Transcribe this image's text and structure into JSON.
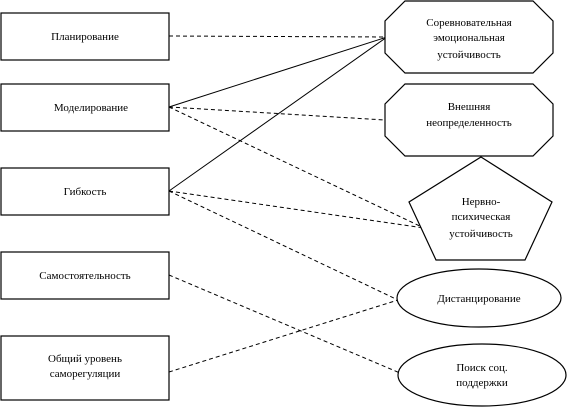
{
  "left_nodes": [
    {
      "id": "planning",
      "label": "Планирование"
    },
    {
      "id": "modeling",
      "label": "Моделирование"
    },
    {
      "id": "flexibility",
      "label": "Гибкость"
    },
    {
      "id": "independence",
      "label": "Самостоятельность"
    },
    {
      "id": "general",
      "label_lines": [
        "Общий уровень",
        "саморегуляции"
      ]
    }
  ],
  "right_nodes": [
    {
      "id": "competitive",
      "label_lines": [
        "Соревновательная",
        "эмоциональная",
        "устойчивость"
      ]
    },
    {
      "id": "external",
      "label_lines": [
        "Внешняя",
        "неопределенность"
      ]
    },
    {
      "id": "neuro",
      "label_lines": [
        "Нервно-",
        "психическая",
        "устойчивость"
      ]
    },
    {
      "id": "distancing",
      "label": "Дистанцирование"
    },
    {
      "id": "support",
      "label_lines": [
        "Поиск соц.",
        "поддержки"
      ]
    }
  ],
  "connections": [
    {
      "from": "planning",
      "to": "competitive",
      "style": "dashed"
    },
    {
      "from": "modeling",
      "to": "competitive",
      "style": "solid"
    },
    {
      "from": "modeling",
      "to": "external",
      "style": "dashed"
    },
    {
      "from": "modeling",
      "to": "neuro",
      "style": "dashed"
    },
    {
      "from": "flexibility",
      "to": "competitive",
      "style": "solid"
    },
    {
      "from": "flexibility",
      "to": "neuro",
      "style": "dashed"
    },
    {
      "from": "flexibility",
      "to": "distancing",
      "style": "dashed"
    },
    {
      "from": "independence",
      "to": "support",
      "style": "dashed"
    },
    {
      "from": "general",
      "to": "distancing",
      "style": "dashed"
    }
  ]
}
